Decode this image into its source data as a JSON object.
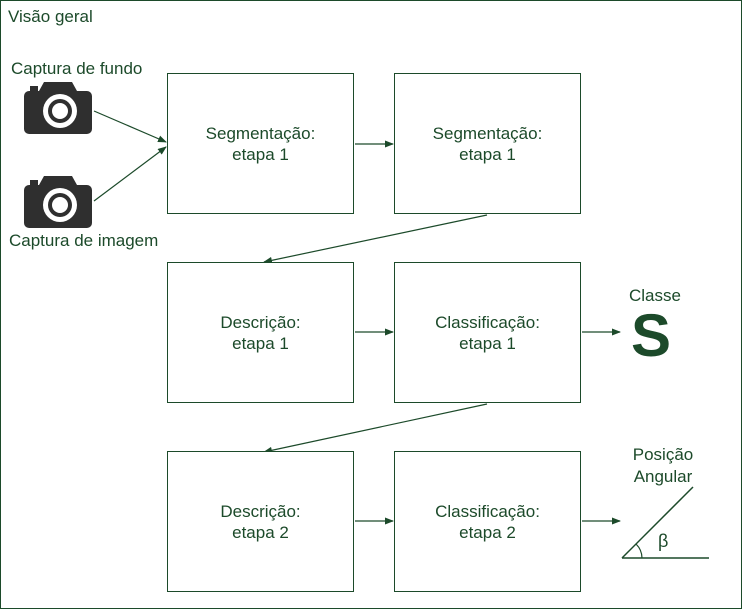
{
  "overview": {
    "title": "Visão geral"
  },
  "inputs": {
    "background_capture": "Captura de fundo",
    "image_capture": "Captura de imagem"
  },
  "stages": {
    "row1": [
      {
        "line1": "Segmentação:",
        "line2": "etapa 1"
      },
      {
        "line1": "Segmentação:",
        "line2": "etapa 1"
      }
    ],
    "row2": [
      {
        "line1": "Descrição:",
        "line2": "etapa 1"
      },
      {
        "line1": "Classificação:",
        "line2": "etapa 1"
      }
    ],
    "row3": [
      {
        "line1": "Descrição:",
        "line2": "etapa 2"
      },
      {
        "line1": "Classificação:",
        "line2": "etapa 2"
      }
    ]
  },
  "outputs": {
    "class_label": "Classe",
    "class_value": "S",
    "angular_position_line1": "Posição",
    "angular_position_line2": "Angular",
    "angle_symbol": "β"
  },
  "icons": {
    "background_camera": "camera-icon",
    "image_camera": "camera-icon"
  },
  "colors": {
    "primary": "#1c4a2a",
    "icon": "#2f2f2f"
  }
}
